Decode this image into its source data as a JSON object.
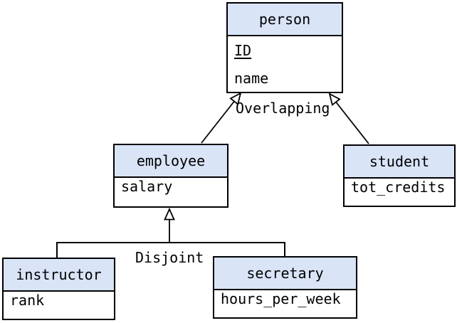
{
  "colors": {
    "entity_header_fill": "#d9e4f7",
    "entity_border": "#000000",
    "line_color": "#000000",
    "background": "#ffffff"
  },
  "labels": {
    "overlapping": "Overlapping",
    "disjoint": "Disjoint"
  },
  "entities": [
    {
      "name": "person",
      "attributes": [
        {
          "text": "ID",
          "underlined": true
        },
        {
          "text": "name",
          "underlined": false
        }
      ]
    },
    {
      "name": "employee",
      "attributes": [
        {
          "text": "salary",
          "underlined": false
        }
      ]
    },
    {
      "name": "student",
      "attributes": [
        {
          "text": "tot_credits",
          "underlined": false
        }
      ]
    },
    {
      "name": "instructor",
      "attributes": [
        {
          "text": "rank",
          "underlined": false
        }
      ]
    },
    {
      "name": "secretary",
      "attributes": [
        {
          "text": "hours_per_week",
          "underlined": false
        }
      ]
    }
  ]
}
